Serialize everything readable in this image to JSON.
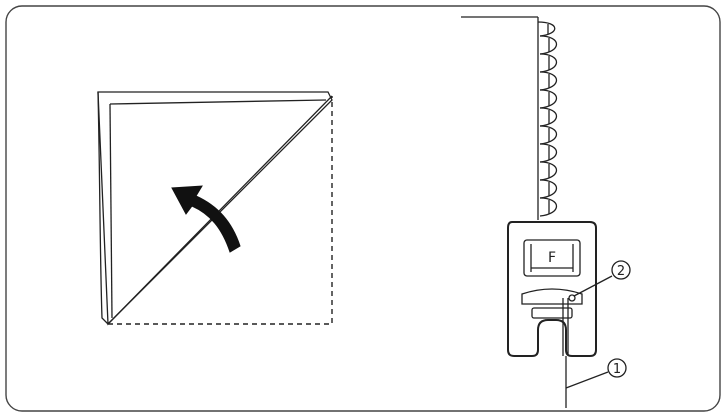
{
  "diagram": {
    "presser_foot_letter": "F",
    "callouts": [
      {
        "id": "1",
        "label": "1"
      },
      {
        "id": "2",
        "label": "2"
      }
    ],
    "colors": {
      "stroke": "#222222",
      "frame": "#444444",
      "background": "#ffffff"
    }
  }
}
